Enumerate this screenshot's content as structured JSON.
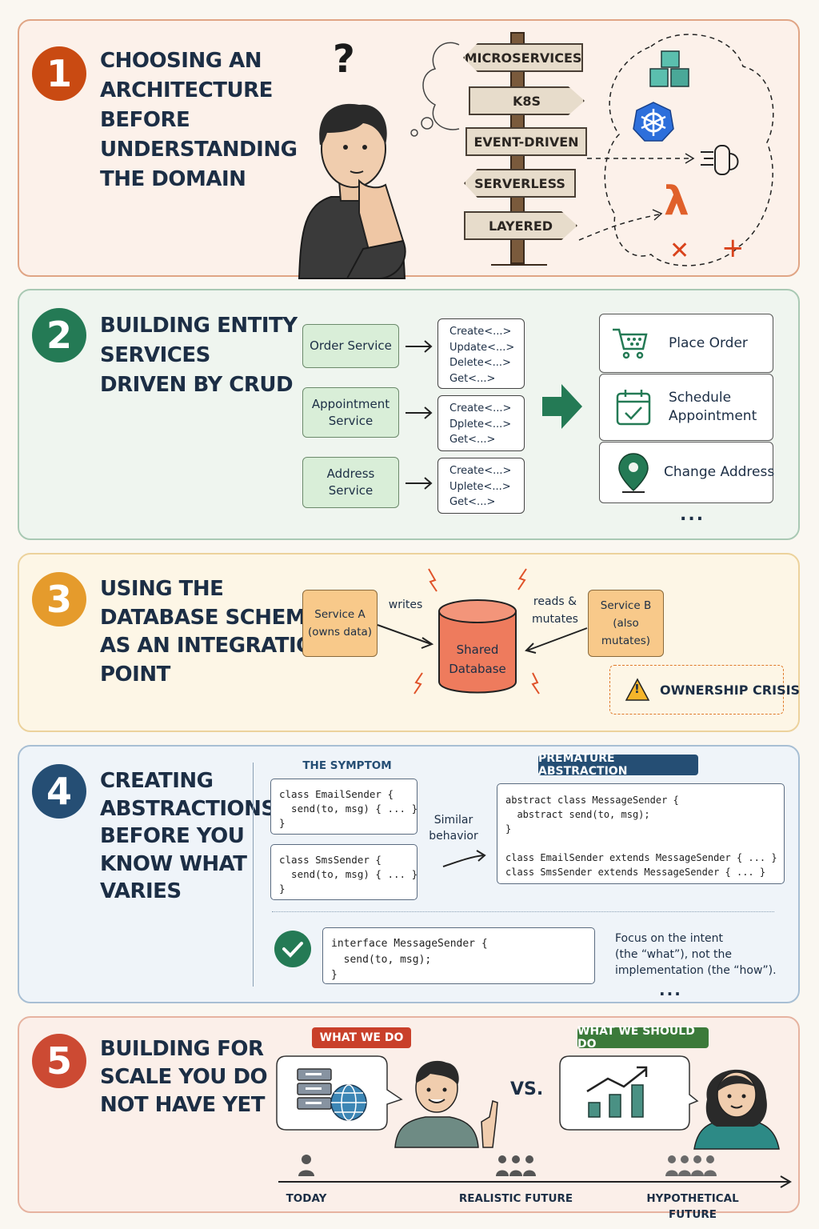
{
  "colors": {
    "p1_bg": "#fcf1ea",
    "p1_border": "#e0a585",
    "p1_num": "#c94a12",
    "p2_bg": "#eff5ef",
    "p2_border": "#a9c9b4",
    "p2_num": "#247a55",
    "p3_bg": "#fdf6e6",
    "p3_border": "#ecd29c",
    "p3_num": "#e59b2c",
    "p4_bg": "#eff4f9",
    "p4_border": "#a8bfd4",
    "p4_num": "#254e74",
    "p5_bg": "#fbefe9",
    "p5_border": "#e6b3a0",
    "p5_num": "#cc4a33"
  },
  "sections": [
    {
      "number": "1",
      "title": "CHOOSING AN\nARCHITECTURE\nBEFORE\nUNDERSTANDING\nTHE DOMAIN",
      "question_mark": "?",
      "signs": [
        "MICROSERVICES",
        "K8S",
        "EVENT-DRIVEN",
        "SERVERLESS",
        "LAYERED"
      ],
      "icons": [
        "cubes-icon",
        "kubernetes-icon",
        "event-stream-icon",
        "lambda-icon",
        "x-mark-icon"
      ]
    },
    {
      "number": "2",
      "title": "BUILDING ENTITY\nSERVICES\nDRIVEN BY CRUD",
      "services": [
        {
          "name": "Order Service",
          "ops": [
            "Create<...>",
            "Update<...>",
            "Delete<...>",
            "Get<...>"
          ]
        },
        {
          "name": "Appointment\nService",
          "ops": [
            "Create<...>",
            "Dplete<...>",
            "Get<...>"
          ]
        },
        {
          "name": "Address\nService",
          "ops": [
            "Create<...>",
            "Uplete<...>",
            "Get<...>"
          ]
        }
      ],
      "tasks": [
        "Place Order",
        "Schedule\nAppointment",
        "Change Address"
      ],
      "more": "..."
    },
    {
      "number": "3",
      "title": "USING THE\nDATABASE SCHEMA\nAS AN INTEGRATION\nPOINT",
      "service_a": "Service A\n(owns data)",
      "service_b": "Service B\n(also mutates)",
      "database": "Shared\nDatabase",
      "writes_label": "writes",
      "mutates_label": "reads &\nmutates",
      "warning": "OWNERSHIP CRISIS",
      "warning_symbol": "!"
    },
    {
      "number": "4",
      "title": "CREATING\nABSTRACTIONS\nBEFORE YOU\nKNOW WHAT\nVARIES",
      "symptom_header": "THE SYMPTOM",
      "symptom_code": [
        "class EmailSender {\n  send(to, msg) { ... }\n}",
        "class SmsSender {\n  send(to, msg) { ... }\n}"
      ],
      "similar_label": "Similar\nbehavior",
      "premature_header": "PREMATURE ABSTRACTION",
      "premature_code": "abstract class MessageSender {\n  abstract send(to, msg);\n}\n\nclass EmailSender extends MessageSender { ... }\nclass SmsSender extends MessageSender { ... }",
      "good_code": "interface MessageSender {\n  send(to, msg);\n}",
      "note": "Focus on the intent\n(the “what”), not the\nimplementation (the “how”).",
      "more": "..."
    },
    {
      "number": "5",
      "title": "BUILDING FOR\nSCALE YOU DO\nNOT HAVE YET",
      "left_tag": "WHAT WE DO",
      "right_tag": "WHAT WE SHOULD DO",
      "vs": "VS.",
      "timeline": [
        "TODAY",
        "REALISTIC FUTURE",
        "HYPOTHETICAL FUTURE"
      ]
    }
  ]
}
